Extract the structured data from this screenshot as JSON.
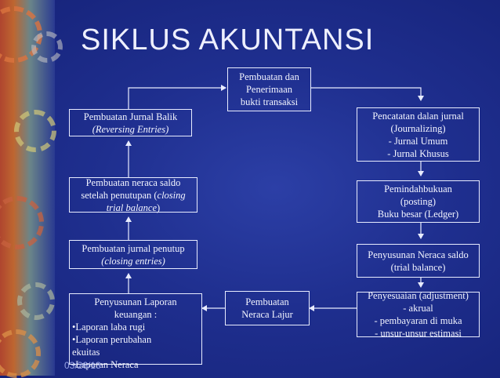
{
  "title": "SIKLUS AKUNTANSI",
  "footer_date": "03/26/13",
  "nodes": {
    "transaksi": {
      "lines": [
        "Pembuatan dan",
        "Penerimaan",
        "bukti transaksi"
      ]
    },
    "jurnal": {
      "lines": [
        "Pencatatan dalan jurnal",
        "(Journalizing)",
        "- Jurnal Umum",
        "- Jurnal Khusus"
      ]
    },
    "posting": {
      "lines": [
        "Pemindahbukuan",
        "(posting)",
        "Buku besar (Ledger)"
      ]
    },
    "neraca_saldo": {
      "lines": [
        "Penyusunan Neraca saldo",
        "(trial balance)"
      ]
    },
    "penyesuaian": {
      "lines": [
        "Penyesuaian (adjustment)",
        "- akrual",
        "- pembayaran di muka",
        "- unsur-unsur estimasi"
      ]
    },
    "lajur": {
      "lines": [
        "Pembuatan",
        "Neraca Lajur"
      ]
    },
    "laporan": {
      "head": [
        "Penyusunan Laporan",
        "keuangan :"
      ],
      "items": [
        "•Laporan laba rugi",
        "•Laporan perubahan",
        "ekuitas",
        "•Laporan Neraca"
      ]
    },
    "penutup": {
      "line1": "Pembuatan jurnal penutup",
      "line2": "(closing entries)"
    },
    "saldo_penutupan": {
      "line1": "Pembuatan neraca saldo",
      "line2a": "setelah penutupan (",
      "line2b": "closing",
      "line3a": "trial balance",
      "line3b": ")"
    },
    "balik": {
      "line1": "Pembuatan Jurnal Balik",
      "line2": "(Reversing Entries)"
    }
  },
  "colors": {
    "box_border": "#e8ecff",
    "text": "#f3f5ff",
    "arrow": "#e8ecff",
    "background": "#1f2f8f"
  }
}
